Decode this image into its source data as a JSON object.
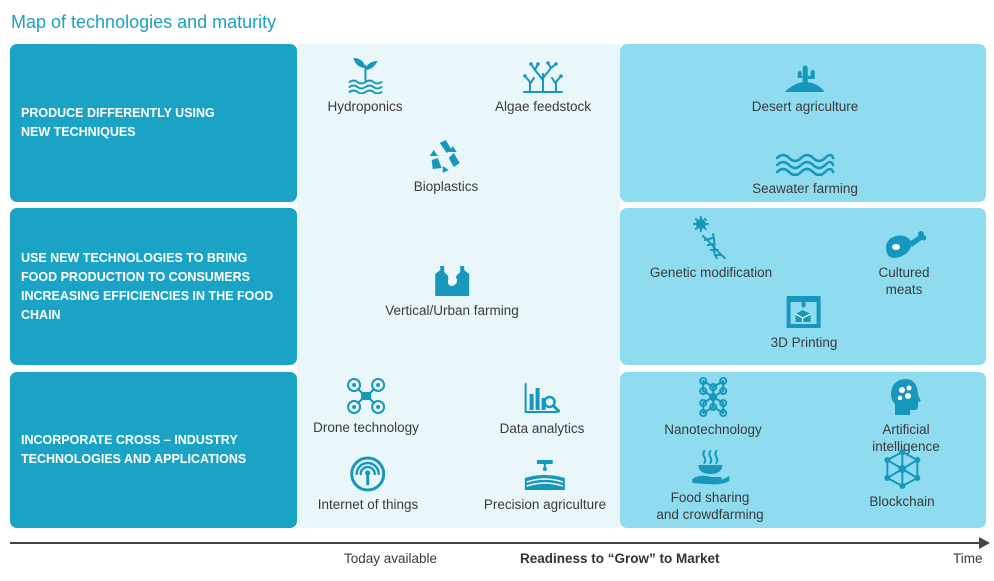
{
  "title": "Map of technologies and maturity",
  "rows": [
    {
      "label": "PRODUCE DIFFERENTLY USING\nNEW TECHNIQUES"
    },
    {
      "label": "USE NEW TECHNOLOGIES TO BRING\nFOOD PRODUCTION TO CONSUMERS\nINCREASING EFFICIENCIES IN THE FOOD\nCHAIN"
    },
    {
      "label": "INCORPORATE CROSS – INDUSTRY\nTECHNOLOGIES AND APPLICATIONS"
    }
  ],
  "items": {
    "hydroponics": {
      "label": "Hydroponics",
      "icon": "plant-water-icon"
    },
    "algae": {
      "label": "Algae feedstock",
      "icon": "algae-icon"
    },
    "bioplastics": {
      "label": "Bioplastics",
      "icon": "recycle-icon"
    },
    "desert": {
      "label": "Desert agriculture",
      "icon": "cactus-icon"
    },
    "seawater": {
      "label": "Seawater farming",
      "icon": "waves-icon"
    },
    "vertical": {
      "label": "Vertical/Urban farming",
      "icon": "urban-building-icon"
    },
    "genetic": {
      "label": "Genetic modification",
      "icon": "dna-icon"
    },
    "cultured": {
      "label": "Cultured meats",
      "icon": "meat-icon"
    },
    "printing": {
      "label": "3D Printing",
      "icon": "printer-3d-icon"
    },
    "drone": {
      "label": "Drone technology",
      "icon": "drone-icon"
    },
    "data": {
      "label": "Data analytics",
      "icon": "analytics-icon"
    },
    "iot": {
      "label": "Internet of things",
      "icon": "signal-icon"
    },
    "precision": {
      "label": "Precision agriculture",
      "icon": "field-drone-icon"
    },
    "nano": {
      "label": "Nanotechnology",
      "icon": "molecule-icon"
    },
    "ai": {
      "label": "Artificial intelligence",
      "icon": "brain-head-icon"
    },
    "food": {
      "label": "Food sharing\nand crowdfarming",
      "icon": "food-hand-icon"
    },
    "blockchain": {
      "label": "Blockchain",
      "icon": "blockchain-icon"
    }
  },
  "axis": {
    "today": "Today available",
    "readiness": "Readiness to “Grow” to Market",
    "time": "Time"
  },
  "colors": {
    "title": "#1aa0c4",
    "row_label_bg": "#1ba3c6",
    "middle_bg": "#e9f7fb",
    "right_panel_bg": "#8fdcf1",
    "icon": "#1797bb"
  }
}
